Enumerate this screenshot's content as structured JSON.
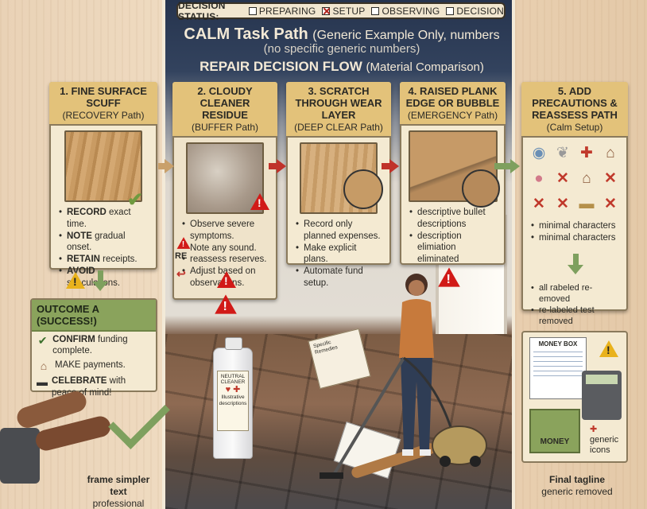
{
  "status_bar": {
    "label": "DECISION STATUS:",
    "options": [
      {
        "label": "PREPARING",
        "checked": false
      },
      {
        "label": "SETUP",
        "checked": true
      },
      {
        "label": "OBSERVING",
        "checked": false
      },
      {
        "label": "DECISION",
        "checked": false
      }
    ]
  },
  "title": {
    "main": "CALM Task Path",
    "paren": "(Generic Example Only, numbers",
    "paren2": "(no specific generic numbers)",
    "sub": "REPAIR DECISION FLOW",
    "sub_paren": "(Material Comparison)"
  },
  "steps": [
    {
      "title": "1. FINE SURFACE SCUFF",
      "path": "(RECOVERY Path)",
      "bullets": [
        {
          "bold": "RECORD",
          "text": " exact time."
        },
        {
          "bold": "NOTE",
          "text": " gradual onset."
        },
        {
          "bold": "RETAIN",
          "text": " receipts."
        },
        {
          "bold": "AVOID",
          "text": " speculations."
        }
      ]
    },
    {
      "title": "2. CLOUDY CLEANER RESIDUE",
      "path": "(BUFFER Path)",
      "bullets": [
        "Observe severe symptoms.",
        "Note any sound.",
        "reassess reserves.",
        "Adjust based on observations."
      ],
      "marker_re": "RE"
    },
    {
      "title": "3. SCRATCH THROUGH WEAR LAYER",
      "path": "(DEEP CLEAR Path)",
      "bullets": [
        "Record only planned expenses.",
        "Make explicit plans.",
        "Automate fund setup."
      ]
    },
    {
      "title": "4. RAISED PLANK EDGE OR BUBBLE",
      "path": "(EMERGENCY Path)",
      "bullets": [
        "descriptive bullet descriptions",
        "description elimiation eliminated"
      ]
    },
    {
      "title": "5. ADD PRECAUTIONS & REASSESS PATH",
      "path": "(Calm Setup)",
      "icons": [
        "mask-icon",
        "tooth-icon",
        "medical-cross-icon",
        "house-icon",
        "piggy-bank-icon",
        "x-icon",
        "house-icon",
        "x-icon",
        "x-icon",
        "car-icon",
        "car-icon",
        "x-icon"
      ],
      "bullets": [
        "minimal characters",
        "minimal characters"
      ],
      "bullets2": [
        "all rabeled re-emoved",
        "re-labeled test removed"
      ]
    }
  ],
  "outcome": {
    "title": "OUTCOME A (SUCCESS!)",
    "rows": [
      {
        "icon": "check-icon",
        "bold": "CONFIRM",
        "text": " funding complete."
      },
      {
        "icon": "house-icon",
        "bold": "",
        "text": "MAKE payments."
      },
      {
        "icon": "car-icon",
        "bold": "CELEBRATE",
        "text": " with peace of mind!"
      }
    ]
  },
  "scene": {
    "bottle_label": [
      "NEUTRAL",
      "CLEANER"
    ],
    "bottle_small": "Illustrative descriptions",
    "memo_lines": [
      "Specific",
      "Remedies"
    ]
  },
  "money_box": {
    "sheet_title": "MONEY BOX",
    "box_label": "MONEY",
    "generic_icons": "generic icons"
  },
  "footer": {
    "left_line1": "frame simpler text",
    "left_line2": "professional educational",
    "right_line1": "Final tagline",
    "right_line2": "generic removed"
  },
  "colors": {
    "accent_red": "#c0322a",
    "accent_green": "#7ea05e",
    "card_bg": "#f4ead2",
    "header_gold": "#e3c27a",
    "night_blue": "#26344e"
  }
}
